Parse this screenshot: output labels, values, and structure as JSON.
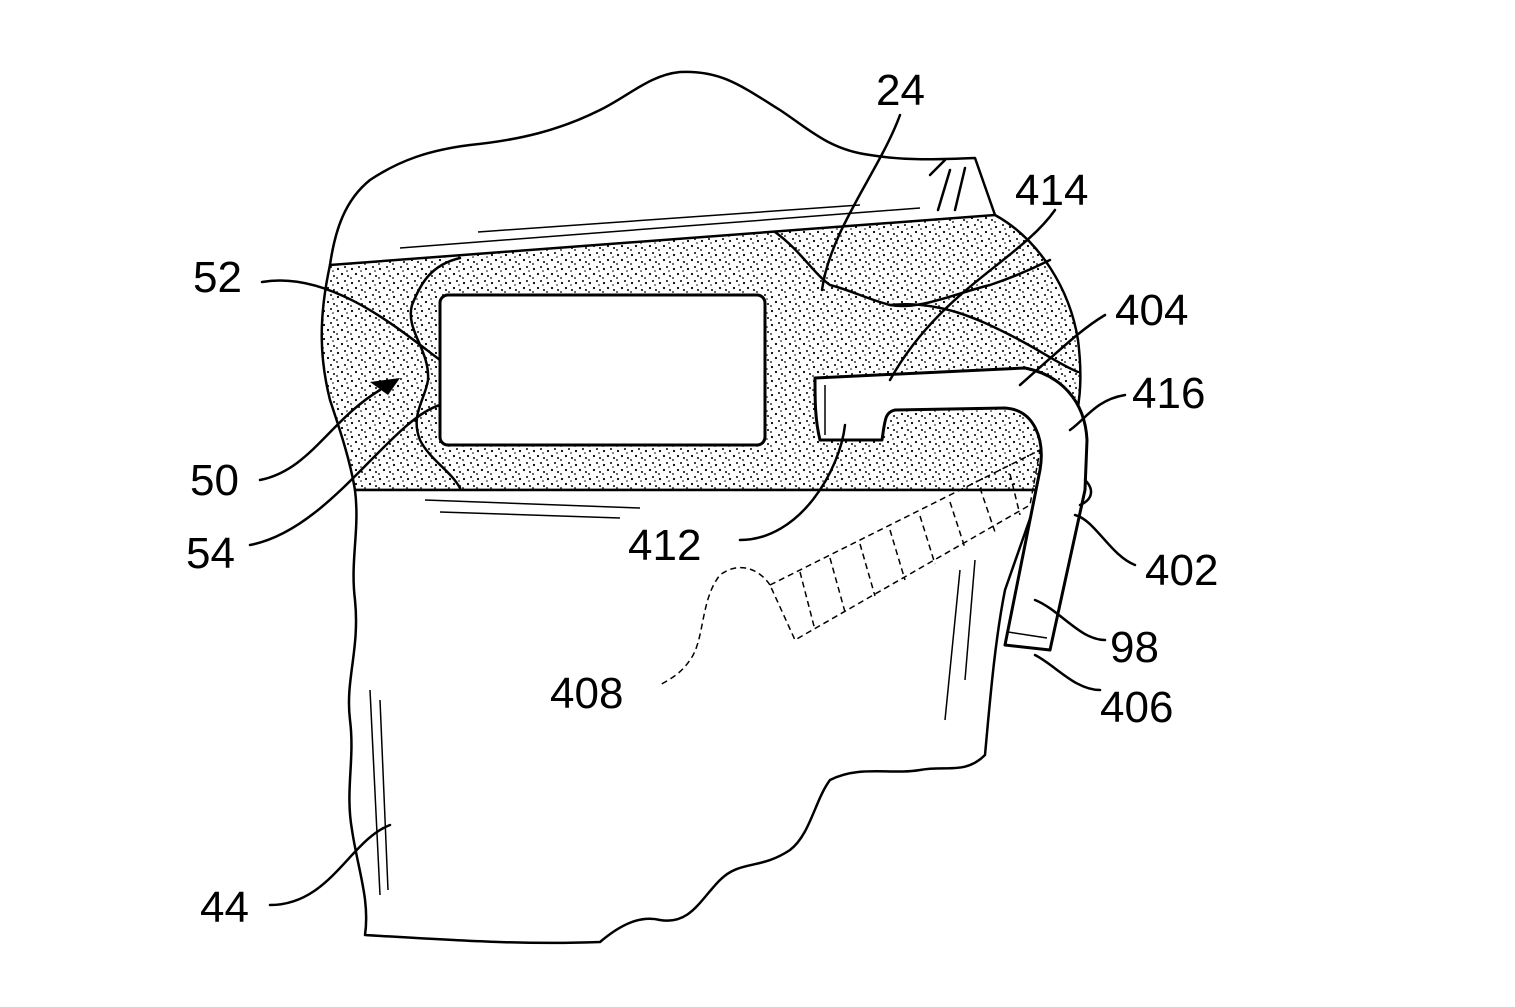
{
  "figure": {
    "labels": {
      "l24": "24",
      "l414": "414",
      "l52": "52",
      "l404": "404",
      "l416": "416",
      "l50": "50",
      "l54": "54",
      "l412": "412",
      "l402": "402",
      "l98": "98",
      "l408": "408",
      "l406": "406",
      "l44": "44"
    }
  }
}
